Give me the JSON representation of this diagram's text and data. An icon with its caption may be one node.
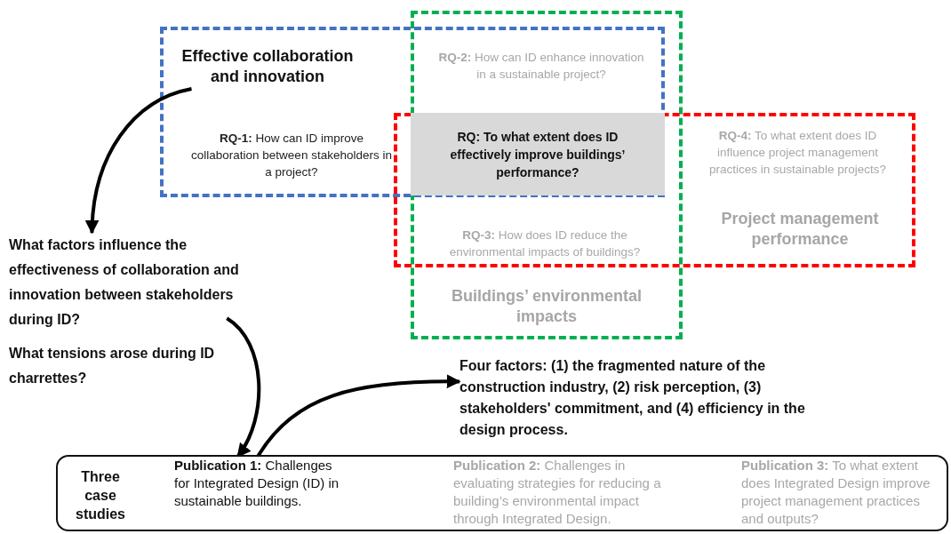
{
  "diagram": {
    "nodes": [
      {
        "text": [],
        "shape": "box"
      },
      {
        "text": [],
        "shape": "box"
      },
      {
        "text": [],
        "shape": "box"
      },
      {
        "text": [
          "Effective collaboration and innovation"
        ],
        "in": 0
      },
      {
        "text": [
          "**RQ-1:** How can ID improve collaboration between stakeholders in a project?"
        ],
        "in": 0
      },
      {
        "text": [
          "**RQ-2:** How can ID enhance innovation in a sustainable project?"
        ]
      },
      {
        "text": [
          "**RQ-4:** To what extent does ID influence project management practices in sustainable projects?"
        ],
        "in": 2
      },
      {
        "text": [
          "RQ: To what extent does ID effectively improve buildings’ performance?"
        ]
      },
      {
        "text": [
          "Project management performance"
        ],
        "in": 2
      },
      {
        "text": [
          "**RQ-3:** How does ID reduce the environmental impacts of buildings?"
        ]
      },
      {
        "text": [
          "Buildings’ environmental impacts"
        ],
        "in": 1
      },
      {
        "text": [
          "What factors influence the effectiveness of collaboration and innovation between stakeholders during ID?",
          "What tensions arose during ID charrettes?"
        ]
      },
      {
        "text": [
          "Four factors: (1) the fragmented nature of the construction industry, (2) risk perception, (3) stakeholders' commitment, and (4) efficiency in the design process."
        ]
      },
      {
        "text": [
          "Three case studies"
        ]
      },
      {
        "text": [
          "**Publication 1:** Challenges for Integrated Design (ID) in sustainable buildings."
        ],
        "in": 13
      },
      {
        "text": [
          "**Publication 2:** Challenges in evaluating strategies for reducing a building’s environmental impact through Integrated Design."
        ],
        "in": 13
      },
      {
        "text": [
          "**Publication 3:** To what extent does Integrated Design improve project management practices and outputs?"
        ],
        "in": 13
      }
    ],
    "edges": [
      {
        "from": 3,
        "to": 11,
        "arrow": "to"
      },
      {
        "from": 11,
        "to": 14,
        "arrow": "to"
      },
      {
        "from": 14,
        "to": 12,
        "arrow": "to"
      }
    ]
  }
}
